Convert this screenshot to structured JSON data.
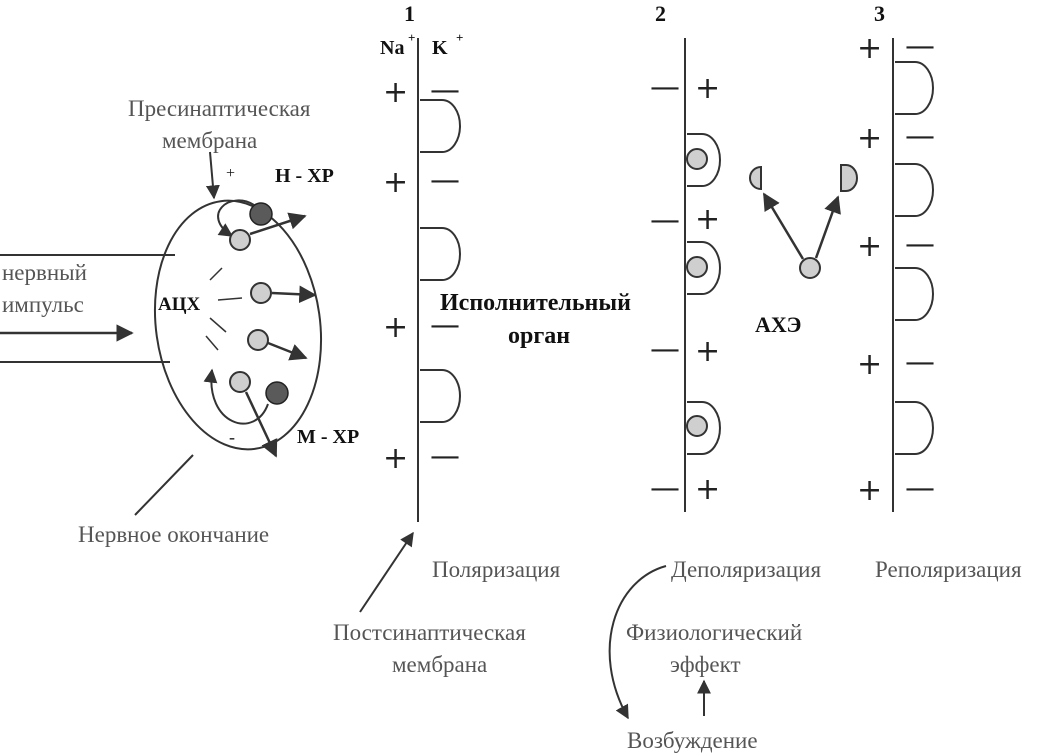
{
  "labels": {
    "stage1_number": "1",
    "stage2_number": "2",
    "stage3_number": "3",
    "na": "Na",
    "na_sup": "+",
    "k": "K",
    "k_sup": "+",
    "presynaptic_line1": "Пресинаптическая",
    "presynaptic_line2": "мембрана",
    "n_receptor": "Н - ХР",
    "m_receptor": "М - ХР",
    "plus_small": "+",
    "minus_small": "-",
    "ach": "АЦХ",
    "nerve_impulse_line1": "нервный",
    "nerve_impulse_line2": "импульс",
    "nerve_ending": "Нервное окончание",
    "effector_line1": "Исполнительный",
    "effector_line2": "орган",
    "ache": "АХЭ",
    "polarization": "Поляризация",
    "depolarization": "Деполяризация",
    "repolarization": "Реполяризация",
    "postsynaptic_line1": "Постсинаптическая",
    "postsynaptic_line2": "мембрана",
    "physiological_line1": "Физиологический",
    "physiological_line2": "эффект",
    "excitation": "Возбуждение"
  },
  "signs": {
    "plus": "+",
    "minus": "—"
  },
  "colors": {
    "line": "#333333",
    "vesicle_fill": "#cfcfcf",
    "receptor_fill": "#5a5a5a",
    "text_gray": "#555555",
    "text_dark": "#111111"
  }
}
